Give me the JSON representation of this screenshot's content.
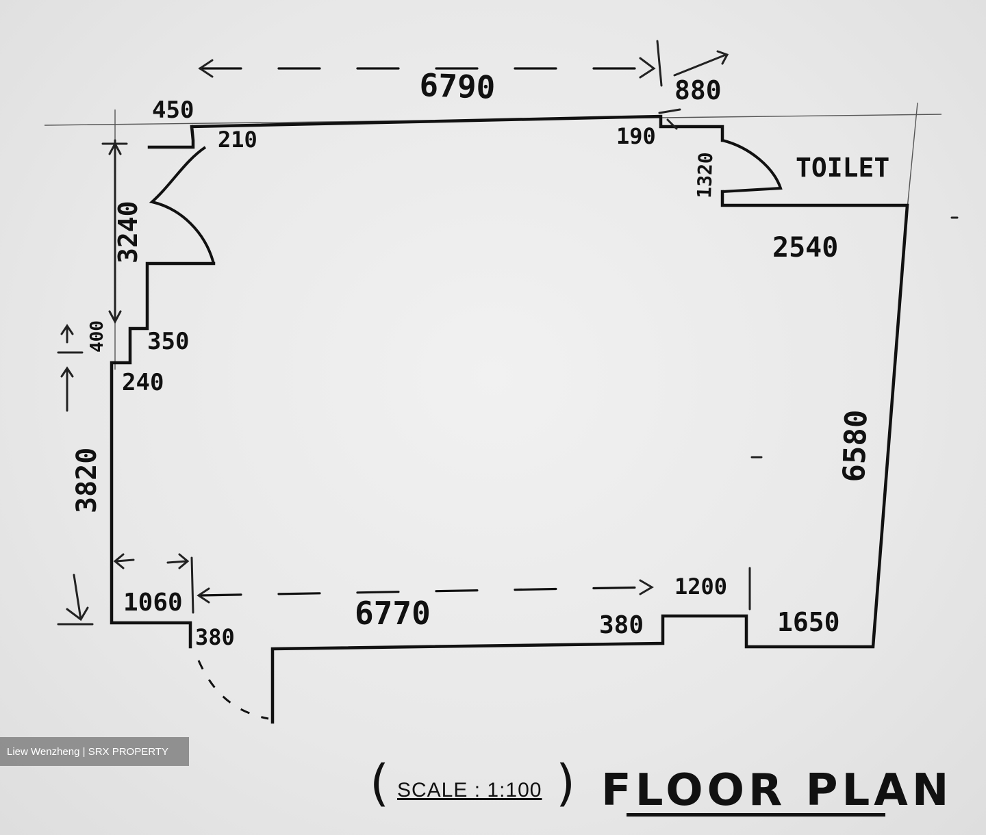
{
  "diagram": {
    "title": "FLOOR PLAN",
    "scale": "SCALE : 1:100",
    "room_label": "TOILET",
    "dimensions": {
      "top_length": "6790",
      "top_right": "880",
      "top_left_offset": "450",
      "top_left_step": "210",
      "top_right_step": "190",
      "toilet_door": "1320",
      "right_upper": "2540",
      "right_side": "6580",
      "left_door": "3240",
      "left_small": "400",
      "left_step_a": "350",
      "left_step_b": "240",
      "left_lower": "3820",
      "bottom_left": "1060",
      "bottom_left_step": "380",
      "bottom_length": "6770",
      "bottom_step": "380",
      "bottom_recess": "1200",
      "bottom_right": "1650"
    }
  },
  "watermark": "Liew Wenzheng | SRX PROPERTY"
}
